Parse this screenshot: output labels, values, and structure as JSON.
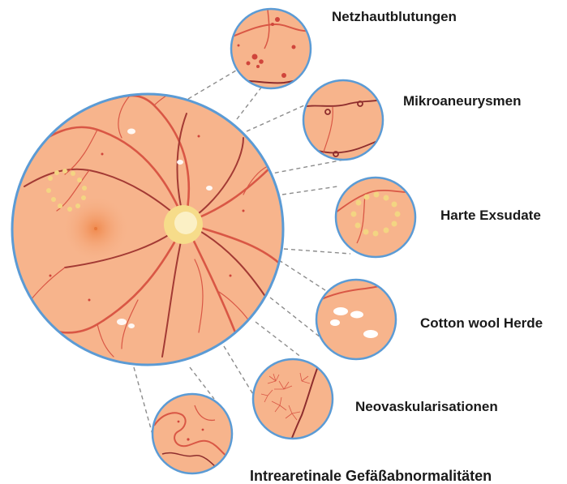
{
  "colors": {
    "retina": "#f7b48c",
    "retina_border": "#5b9bd5",
    "vessel": "#d95745",
    "vessel_dark": "#8e2d2d",
    "disc": "#f6dc8a",
    "exudate": "#f3d582",
    "cotton_wool": "#ffffff",
    "macula": "#f29a5e",
    "leader_line": "#8c8c8c"
  },
  "findings": [
    {
      "id": "netzhautblutungen",
      "label": "Netzhautblutungen",
      "icon": "hemorrhage-dots"
    },
    {
      "id": "mikroaneurysmen",
      "label": "Mikroaneurysmen",
      "icon": "microaneurysm-loops"
    },
    {
      "id": "harte-exsudate",
      "label": "Harte Exsudate",
      "icon": "yellow-exudate-ring"
    },
    {
      "id": "cotton-wool-herde",
      "label": "Cotton wool Herde",
      "icon": "white-patches"
    },
    {
      "id": "neovaskularisationen",
      "label": "Neovaskularisationen",
      "icon": "vessel-tuft"
    },
    {
      "id": "irma",
      "label": "Intrearetinale Gefäßabnormalitäten",
      "icon": "tortuous-vessels"
    }
  ]
}
